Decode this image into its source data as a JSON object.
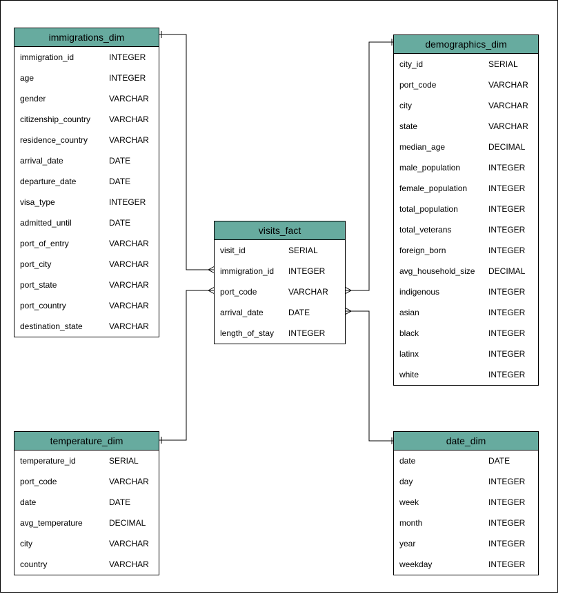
{
  "tables": {
    "immigrations_dim": {
      "title": "immigrations_dim",
      "fields": [
        {
          "name": "immigration_id",
          "type": "INTEGER"
        },
        {
          "name": "age",
          "type": "INTEGER"
        },
        {
          "name": "gender",
          "type": "VARCHAR"
        },
        {
          "name": "citizenship_country",
          "type": "VARCHAR"
        },
        {
          "name": "residence_country",
          "type": "VARCHAR"
        },
        {
          "name": "arrival_date",
          "type": "DATE"
        },
        {
          "name": "departure_date",
          "type": "DATE"
        },
        {
          "name": "visa_type",
          "type": "INTEGER"
        },
        {
          "name": "admitted_until",
          "type": "DATE"
        },
        {
          "name": "port_of_entry",
          "type": "VARCHAR"
        },
        {
          "name": "port_city",
          "type": "VARCHAR"
        },
        {
          "name": "port_state",
          "type": "VARCHAR"
        },
        {
          "name": "port_country",
          "type": "VARCHAR"
        },
        {
          "name": "destination_state",
          "type": "VARCHAR"
        }
      ]
    },
    "demographics_dim": {
      "title": "demographics_dim",
      "fields": [
        {
          "name": "city_id",
          "type": "SERIAL"
        },
        {
          "name": "port_code",
          "type": "VARCHAR"
        },
        {
          "name": "city",
          "type": "VARCHAR"
        },
        {
          "name": "state",
          "type": "VARCHAR"
        },
        {
          "name": "median_age",
          "type": "DECIMAL"
        },
        {
          "name": "male_population",
          "type": "INTEGER"
        },
        {
          "name": "female_population",
          "type": "INTEGER"
        },
        {
          "name": "total_population",
          "type": "INTEGER"
        },
        {
          "name": "total_veterans",
          "type": "INTEGER"
        },
        {
          "name": "foreign_born",
          "type": "INTEGER"
        },
        {
          "name": "avg_household_size",
          "type": "DECIMAL"
        },
        {
          "name": "indigenous",
          "type": "INTEGER"
        },
        {
          "name": "asian",
          "type": "INTEGER"
        },
        {
          "name": "black",
          "type": "INTEGER"
        },
        {
          "name": "latinx",
          "type": "INTEGER"
        },
        {
          "name": "white",
          "type": "INTEGER"
        }
      ]
    },
    "visits_fact": {
      "title": "visits_fact",
      "fields": [
        {
          "name": "visit_id",
          "type": "SERIAL"
        },
        {
          "name": "immigration_id",
          "type": "INTEGER"
        },
        {
          "name": "port_code",
          "type": "VARCHAR"
        },
        {
          "name": "arrival_date",
          "type": "DATE"
        },
        {
          "name": "length_of_stay",
          "type": "INTEGER"
        }
      ]
    },
    "temperature_dim": {
      "title": "temperature_dim",
      "fields": [
        {
          "name": "temperature_id",
          "type": "SERIAL"
        },
        {
          "name": "port_code",
          "type": "VARCHAR"
        },
        {
          "name": "date",
          "type": "DATE"
        },
        {
          "name": "avg_temperature",
          "type": "DECIMAL"
        },
        {
          "name": "city",
          "type": "VARCHAR"
        },
        {
          "name": "country",
          "type": "VARCHAR"
        }
      ]
    },
    "date_dim": {
      "title": "date_dim",
      "fields": [
        {
          "name": "date",
          "type": "DATE"
        },
        {
          "name": "day",
          "type": "INTEGER"
        },
        {
          "name": "week",
          "type": "INTEGER"
        },
        {
          "name": "month",
          "type": "INTEGER"
        },
        {
          "name": "year",
          "type": "INTEGER"
        },
        {
          "name": "weekday",
          "type": "INTEGER"
        }
      ]
    }
  },
  "colors": {
    "header": "#67ab9f",
    "border": "#000000",
    "background": "#ffffff"
  }
}
